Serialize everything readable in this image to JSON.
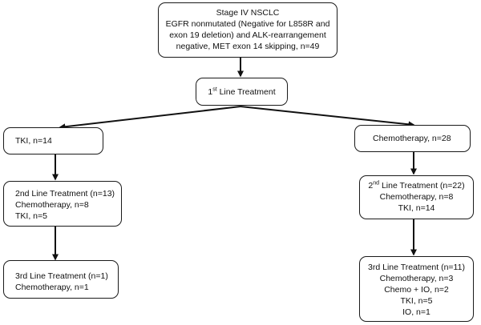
{
  "root": {
    "lines": [
      "Stage IV NSCLC",
      "EGFR nonmutated (Negative for L858R and",
      "exon 19 deletion) and ALK-rearrangement",
      "negative, MET exon 14 skipping, n=49"
    ]
  },
  "first_line": {
    "prefix": "1",
    "sup": "st",
    "rest": " Line Treatment"
  },
  "left": {
    "tki": "TKI, n=14",
    "second": [
      "2nd Line Treatment (n=13)",
      "Chemotherapy, n=8",
      "TKI, n=5"
    ],
    "third": [
      "3rd Line Treatment (n=1)",
      "Chemotherapy, n=1"
    ]
  },
  "right": {
    "chemo": "Chemotherapy, n=28",
    "second": {
      "prefix": "2",
      "sup": "nd",
      "rest": " Line Treatment (n=22)",
      "lines": [
        "Chemotherapy, n=8",
        "TKI, n=14"
      ]
    },
    "third": [
      "3rd Line Treatment (n=11)",
      "Chemotherapy, n=3",
      "Chemo + IO, n=2",
      "TKI, n=5",
      "IO, n=1"
    ]
  }
}
